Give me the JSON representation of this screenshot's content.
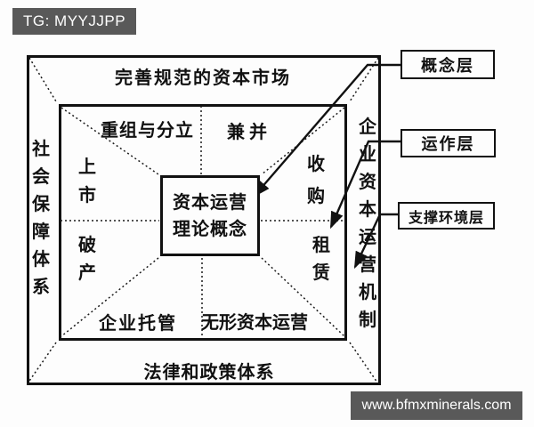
{
  "overlay": {
    "tag": "TG: MYYJJPP",
    "site": "www.bfmxminerals.com"
  },
  "diagram": {
    "title_top": "完善规范的资本市场",
    "bottom_label": "法律和政策体系",
    "left_label": "社会保障体系",
    "right_label": "企业资本运营机制",
    "center_box": "资本运营\n理论概念",
    "quadrants": {
      "top_left": "重组与分立",
      "top_right": "兼并",
      "left_upper": "上市",
      "left_lower": "破产",
      "right_upper": "收购",
      "right_lower": "租赁",
      "bottom_left": "企业托管",
      "bottom_right": "无形资本运营"
    },
    "layers": [
      {
        "label": "概念层"
      },
      {
        "label": "运作层"
      },
      {
        "label": "支撑环境层"
      }
    ]
  },
  "colors": {
    "ink": "#111111",
    "badge_bg": "#595959",
    "badge_text": "#ffffff",
    "paper": "#fdfdfd"
  }
}
